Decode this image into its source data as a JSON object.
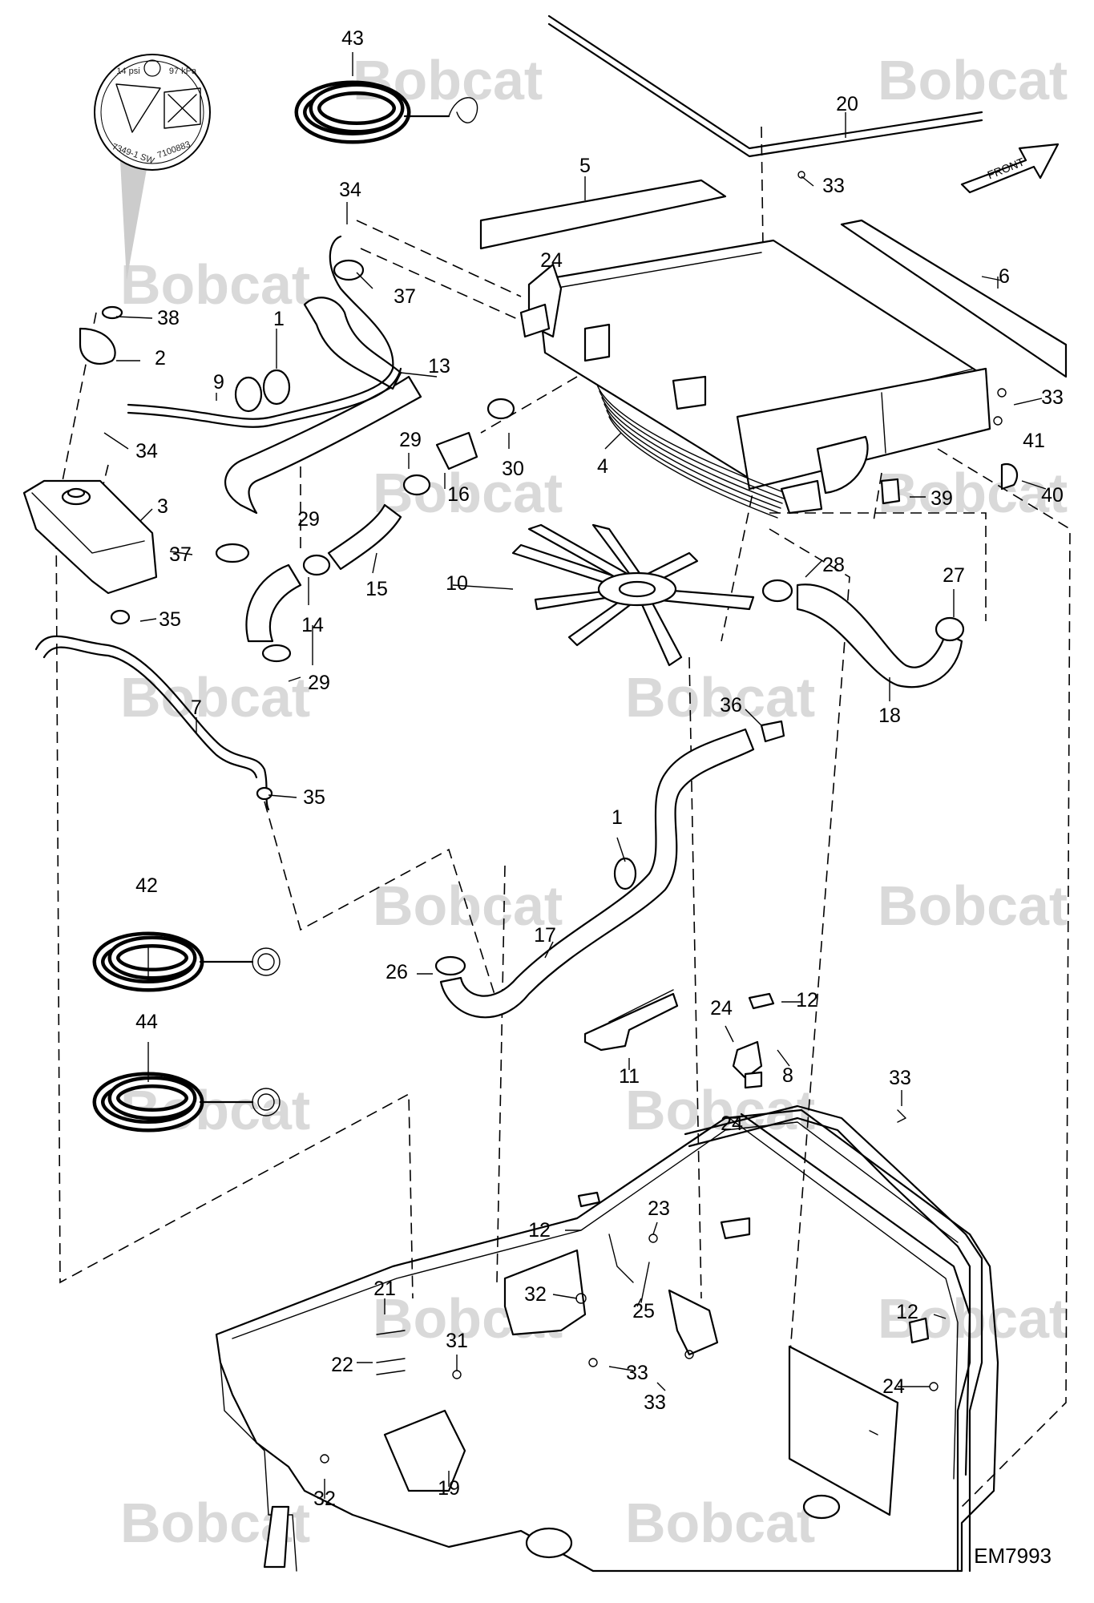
{
  "watermark_text": "Bobcat",
  "drawing_id": "EM7993",
  "front_arrow_label": "FRONT",
  "decal": {
    "pressure_psi": "14 psi",
    "pressure_kpa": "97 kPa",
    "part_codes": [
      "7349-1 SW",
      "7100883"
    ]
  },
  "callouts": [
    {
      "id": "c1a",
      "text": "1"
    },
    {
      "id": "c1b",
      "text": "1"
    },
    {
      "id": "c2",
      "text": "2"
    },
    {
      "id": "c3",
      "text": "3"
    },
    {
      "id": "c4",
      "text": "4"
    },
    {
      "id": "c5",
      "text": "5"
    },
    {
      "id": "c6",
      "text": "6"
    },
    {
      "id": "c7",
      "text": "7"
    },
    {
      "id": "c8",
      "text": "8"
    },
    {
      "id": "c9",
      "text": "9"
    },
    {
      "id": "c10",
      "text": "10"
    },
    {
      "id": "c11",
      "text": "11"
    },
    {
      "id": "c12a",
      "text": "12"
    },
    {
      "id": "c12b",
      "text": "12"
    },
    {
      "id": "c12c",
      "text": "12"
    },
    {
      "id": "c13",
      "text": "13"
    },
    {
      "id": "c14",
      "text": "14"
    },
    {
      "id": "c15",
      "text": "15"
    },
    {
      "id": "c16",
      "text": "16"
    },
    {
      "id": "c17",
      "text": "17"
    },
    {
      "id": "c18",
      "text": "18"
    },
    {
      "id": "c19",
      "text": "19"
    },
    {
      "id": "c20",
      "text": "20"
    },
    {
      "id": "c21",
      "text": "21"
    },
    {
      "id": "c22",
      "text": "22"
    },
    {
      "id": "c23",
      "text": "23"
    },
    {
      "id": "c24a",
      "text": "24"
    },
    {
      "id": "c24b",
      "text": "24"
    },
    {
      "id": "c24c",
      "text": "24"
    },
    {
      "id": "c24d",
      "text": "24"
    },
    {
      "id": "c25",
      "text": "25"
    },
    {
      "id": "c26",
      "text": "26"
    },
    {
      "id": "c27",
      "text": "27"
    },
    {
      "id": "c28",
      "text": "28"
    },
    {
      "id": "c29a",
      "text": "29"
    },
    {
      "id": "c29b",
      "text": "29"
    },
    {
      "id": "c29c",
      "text": "29"
    },
    {
      "id": "c30",
      "text": "30"
    },
    {
      "id": "c31",
      "text": "31"
    },
    {
      "id": "c32a",
      "text": "32"
    },
    {
      "id": "c32b",
      "text": "32"
    },
    {
      "id": "c33a",
      "text": "33"
    },
    {
      "id": "c33b",
      "text": "33"
    },
    {
      "id": "c33c",
      "text": "33"
    },
    {
      "id": "c33d",
      "text": "33"
    },
    {
      "id": "c33e",
      "text": "33"
    },
    {
      "id": "c34a",
      "text": "34"
    },
    {
      "id": "c34b",
      "text": "34"
    },
    {
      "id": "c35a",
      "text": "35"
    },
    {
      "id": "c35b",
      "text": "35"
    },
    {
      "id": "c36",
      "text": "36"
    },
    {
      "id": "c37a",
      "text": "37"
    },
    {
      "id": "c37b",
      "text": "37"
    },
    {
      "id": "c38",
      "text": "38"
    },
    {
      "id": "c39",
      "text": "39"
    },
    {
      "id": "c40",
      "text": "40"
    },
    {
      "id": "c41",
      "text": "41"
    },
    {
      "id": "c42",
      "text": "42"
    },
    {
      "id": "c43",
      "text": "43"
    },
    {
      "id": "c44",
      "text": "44"
    }
  ]
}
